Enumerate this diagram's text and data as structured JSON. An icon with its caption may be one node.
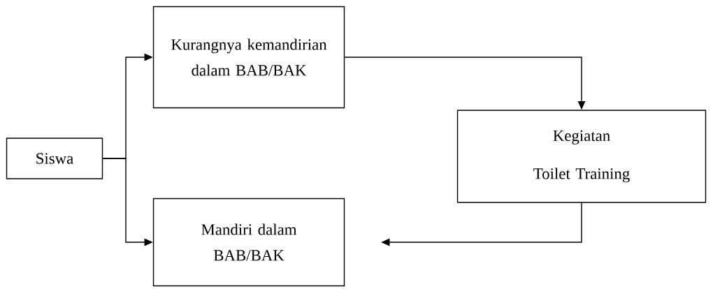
{
  "diagram": {
    "nodes": [
      {
        "text": [
          "Siswa"
        ]
      },
      {
        "text": [
          "Kurangnya kemandirian dalam BAB/BAK"
        ]
      },
      {
        "text": [
          "Kegiatan",
          "Toilet Training"
        ]
      },
      {
        "text": [
          "Mandiri dalam BAB/BAK"
        ]
      }
    ],
    "edges": [
      {
        "from": 0,
        "to": 1,
        "arrow": "to"
      },
      {
        "from": 0,
        "to": 3,
        "arrow": "to"
      },
      {
        "from": 1,
        "to": 2,
        "arrow": "to"
      },
      {
        "from": 2,
        "to": 3,
        "arrow": "to"
      }
    ]
  }
}
